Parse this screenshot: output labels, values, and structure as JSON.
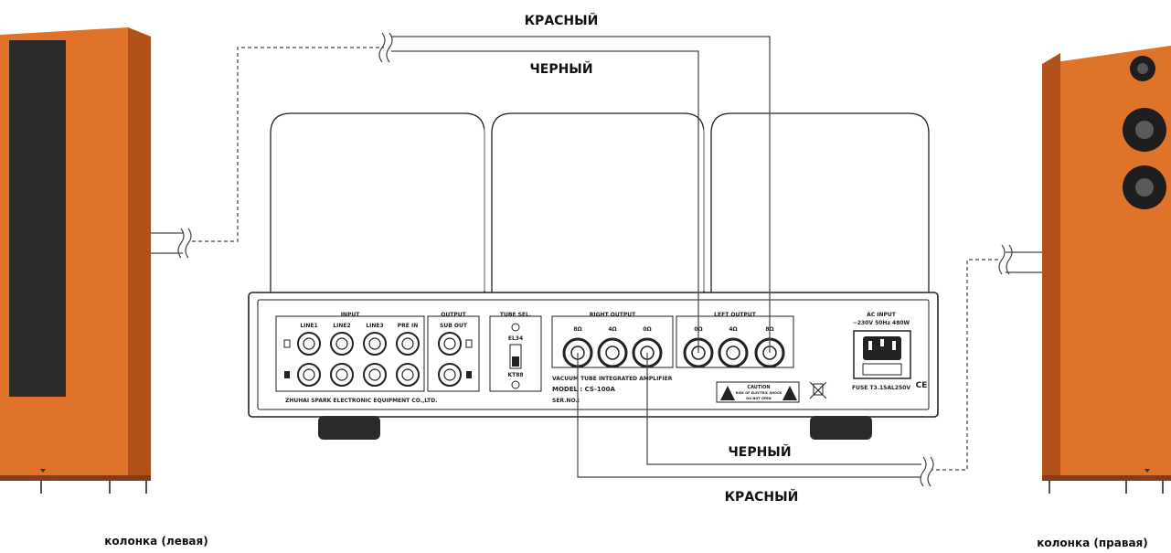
{
  "wire_labels": {
    "top_red": "КРАСНЫЙ",
    "top_black": "ЧЕРНЫЙ",
    "bottom_black": "ЧЕРНЫЙ",
    "bottom_red": "КРАСНЫЙ"
  },
  "speakers": {
    "left_caption": "колонка (левая)",
    "right_caption": "колонка (правая)",
    "cabinet_color": "#e0732a",
    "cabinet_dark": "#b2501a",
    "grille_color": "#2a2a2a"
  },
  "amplifier": {
    "input_title": "INPUT",
    "input_labels": [
      "LINE1",
      "LINE2",
      "LINE3",
      "PRE IN"
    ],
    "output_title": "OUTPUT",
    "output_sub_label": "SUB OUT",
    "tube_sel_title": "TUBE SEL.",
    "tube_options": [
      "EL34",
      "KT88"
    ],
    "right_output_title": "RIGHT OUTPUT",
    "left_output_title": "LEFT OUTPUT",
    "right_terminals": [
      "8Ω",
      "4Ω",
      "0Ω"
    ],
    "left_terminals": [
      "0Ω",
      "4Ω",
      "8Ω"
    ],
    "product_line": "VACUUM TUBE INTEGRATED AMPLIFIER",
    "model_line": "MODEL : CS-100A",
    "serial_line": "SER.NO.:",
    "maker_line": "ZHUHAI SPARK ELECTRONIC EQUIPMENT CO.,LTD.",
    "ac_input_title": "AC INPUT",
    "ac_input_spec": "~230V 50Hz 480W",
    "fuse_line": "FUSE T3.15AL250V",
    "caution_title": "CAUTION",
    "caution_line1": "RISK OF ELECTRIC SHOCK",
    "caution_line2": "DO NOT OPEN",
    "ce_mark": "CE"
  }
}
